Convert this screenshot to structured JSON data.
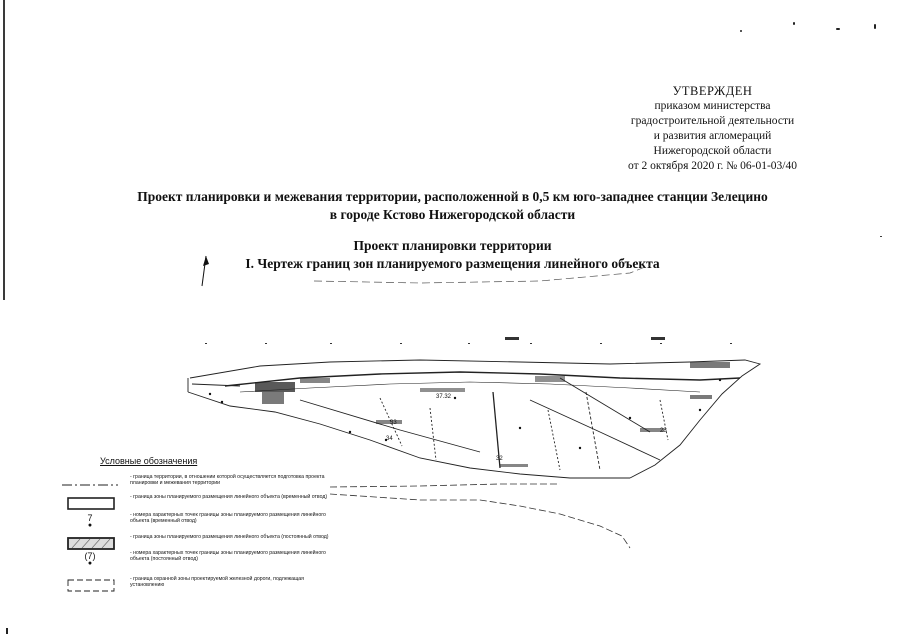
{
  "approval": {
    "heading": "УТВЕРЖДЕН",
    "lines": [
      "приказом министерства",
      "градостроительной деятельности",
      "и развития агломераций",
      "Нижегородской области",
      "от 2 октября 2020 г. № 06-01-03/40"
    ]
  },
  "document": {
    "title_line1": "Проект планировки и межевания территории, расположенной в 0,5 км юго-западнее станции Зелецино",
    "title_line2": "в городе Кстово Нижегородской области",
    "section": "Проект планировки территории",
    "drawing_title": "I. Чертеж границ зон планируемого размещения линейного объекта"
  },
  "map": {
    "labels": [
      "37.32",
      "33",
      "34",
      "32",
      "28"
    ]
  },
  "legend": {
    "title": "Условные обозначения",
    "items": [
      {
        "symbol": "",
        "text": "- граница территории, в отношении которой осуществляется подготовка проекта планировки и межевания территории"
      },
      {
        "symbol": "",
        "text": "- граница зоны планируемого размещения линейного объекта (временный отвод)"
      },
      {
        "symbol": "7",
        "text": "- номера характерных точек границы зоны планируемого размещения линейного объекта (временный отвод)"
      },
      {
        "symbol": "",
        "text": "- граница зоны планируемого размещения линейного объекта (постоянный отвод)"
      },
      {
        "symbol": "(7)",
        "text": "- номера характерных точек границы зоны планируемого размещения линейного объекта (постоянный отвод)"
      },
      {
        "symbol": "",
        "text": "- граница охранной зоны проектируемой железной дороги, подлежащая установлению"
      }
    ]
  }
}
